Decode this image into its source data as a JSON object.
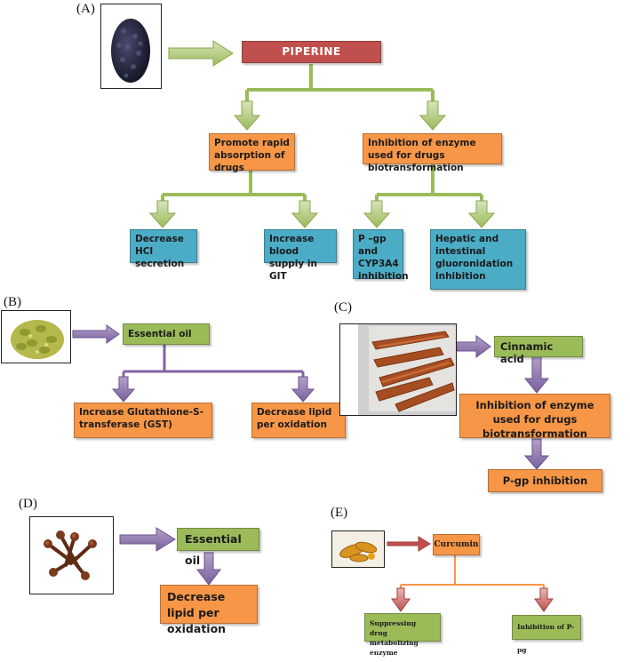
{
  "panels": {
    "a": {
      "label": "(A)",
      "root": "PIPERINE",
      "level1": [
        "Promote rapid absorption of drugs",
        "Inhibition of enzyme used for drugs biotransformation"
      ],
      "level2": [
        "Decrease HCl secretion",
        "Increase blood supply in GIT",
        "P –gp and CYP3A4 inhibition",
        "Hepatic and intestinal gluoronidation inhibition"
      ]
    },
    "b": {
      "label": "(B)",
      "root": "Essential oil",
      "children": [
        "Increase Glutathione-S-transferase (GST)",
        "Decrease lipid per oxidation"
      ]
    },
    "c": {
      "label": "(C)",
      "root": "Cinnamic acid",
      "mid": "Inhibition of enzyme used for drugs biotransformation",
      "leaf": "P-gp inhibition"
    },
    "d": {
      "label": "(D)",
      "root": "Essential oil",
      "child": "Decrease lipid per oxidation"
    },
    "e": {
      "label": "(E)",
      "root": "Curcumin",
      "children": [
        "Suppressing drug metabolizing enzyme",
        "Inhibition of P-pg"
      ]
    }
  },
  "colors": {
    "orange": "#f79646",
    "blue": "#4bacc6",
    "green": "#9bbb59",
    "red": "#c0504d",
    "purple": "#8064a2"
  },
  "images": [
    "black-pepper-image",
    "cardamom-image",
    "cinnamon-image",
    "clove-image",
    "turmeric-image"
  ]
}
